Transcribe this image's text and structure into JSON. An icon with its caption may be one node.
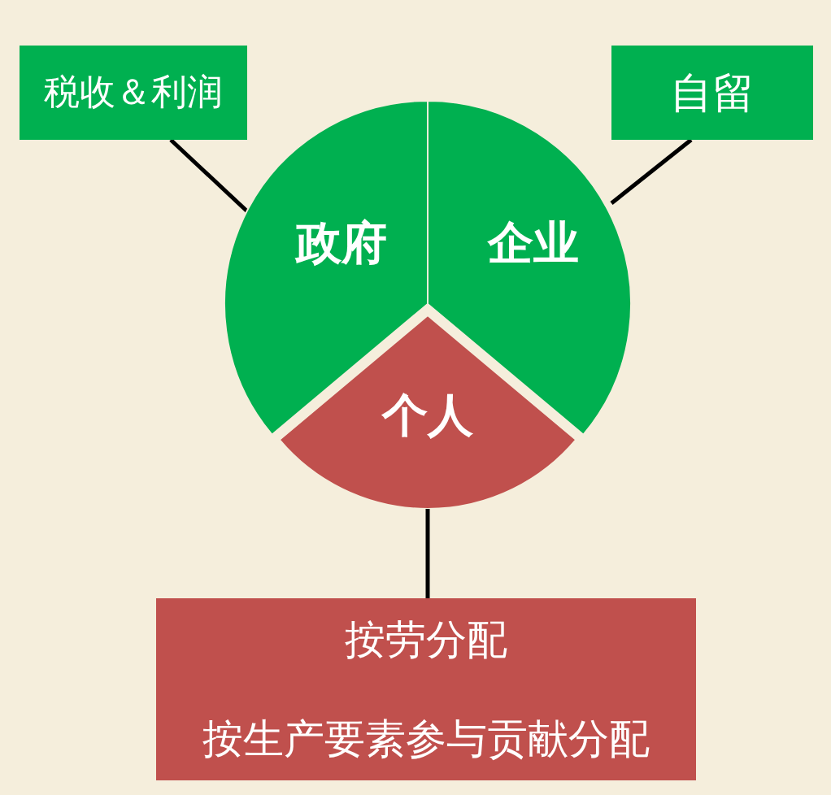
{
  "diagram": {
    "nodes": [
      {
        "text": [
          "税收＆利润"
        ]
      },
      {
        "text": [
          "自留"
        ]
      },
      {
        "text": [
          "政府"
        ]
      },
      {
        "text": [
          "企业"
        ]
      },
      {
        "text": [
          "个人"
        ]
      },
      {
        "text": [
          "按劳分配",
          "按生产要素参与贡献分配"
        ]
      }
    ],
    "edges": [
      {
        "from": 0,
        "to": 2,
        "arrow": "none"
      },
      {
        "from": 1,
        "to": 3,
        "arrow": "none"
      },
      {
        "from": 4,
        "to": 5,
        "arrow": "none"
      }
    ]
  }
}
